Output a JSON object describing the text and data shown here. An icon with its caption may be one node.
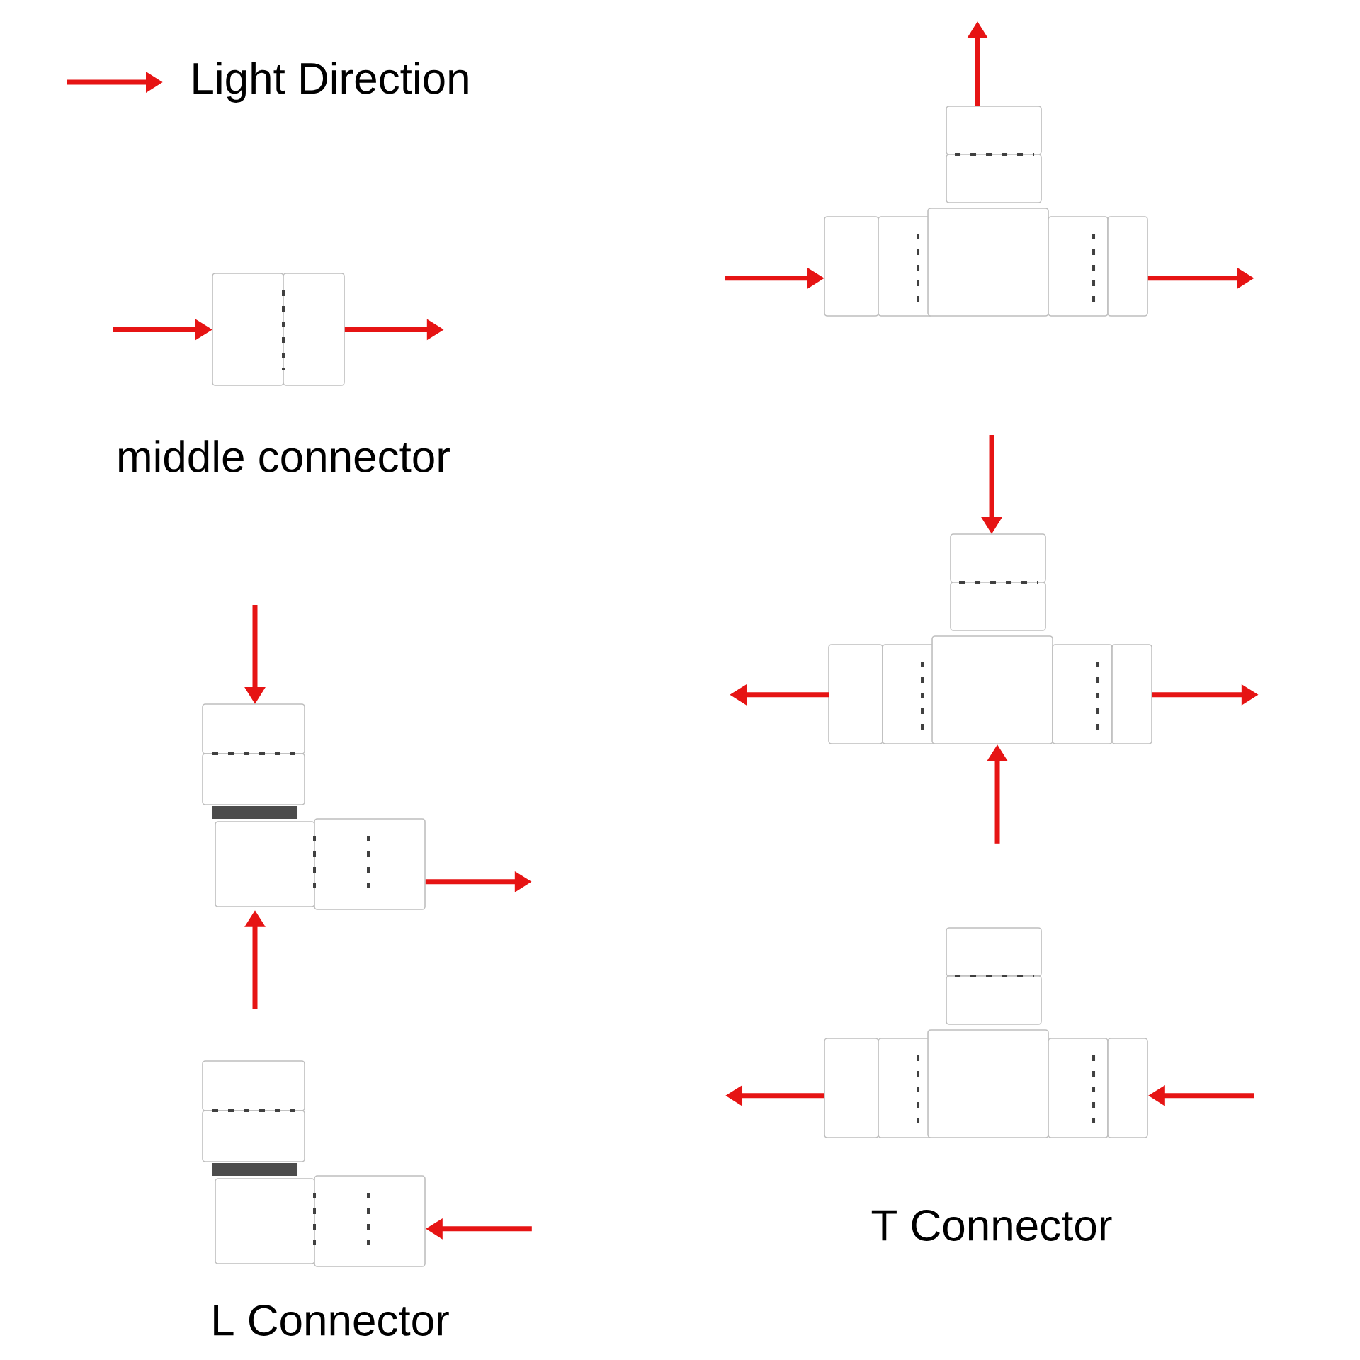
{
  "diagram": {
    "nodes": [
      {
        "text": [],
        "shape": "picture",
        "beside": [
          "middle connector"
        ]
      },
      {
        "text": [],
        "shape": "picture"
      },
      {
        "text": [],
        "shape": "picture"
      },
      {
        "text": [],
        "shape": "picture"
      },
      {
        "text": [],
        "shape": "picture"
      },
      {
        "text": [],
        "shape": "picture"
      }
    ],
    "edges": [
      {
        "from": null,
        "to": 0,
        "arrow": "to"
      },
      {
        "from": 0,
        "to": null,
        "arrow": "to"
      },
      {
        "from": null,
        "to": 1,
        "arrow": "to"
      },
      {
        "from": 1,
        "to": null,
        "arrow": "to"
      },
      {
        "from": null,
        "to": 1,
        "arrow": "to"
      },
      {
        "from": null,
        "to": 2,
        "arrow": "to"
      },
      {
        "from": null,
        "to": 3,
        "arrow": "to"
      },
      {
        "from": 3,
        "to": null,
        "arrow": "to"
      },
      {
        "from": 3,
        "to": null,
        "arrow": "to"
      },
      {
        "from": null,
        "to": 4,
        "arrow": "to"
      },
      {
        "from": 4,
        "to": null,
        "arrow": "to"
      },
      {
        "from": 4,
        "to": null,
        "arrow": "to"
      },
      {
        "from": null,
        "to": 4,
        "arrow": "to"
      },
      {
        "from": null,
        "to": 5,
        "arrow": "to"
      },
      {
        "from": 5,
        "to": null,
        "arrow": "to"
      }
    ],
    "labels": [
      "T Connector",
      "L Connector"
    ],
    "legend": [
      {
        "text": "Light Direction"
      }
    ]
  }
}
